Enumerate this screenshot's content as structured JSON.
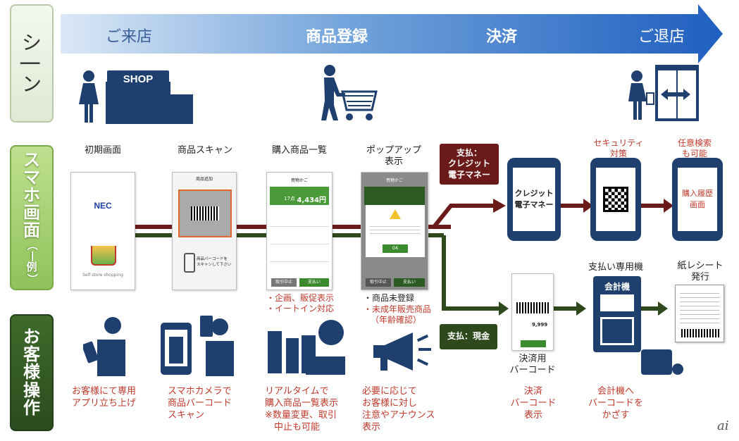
{
  "side": {
    "scene": [
      "シ",
      "|",
      "ン"
    ],
    "phone": [
      "ス",
      "マ",
      "ホ",
      "画",
      "面"
    ],
    "phone_sub": [
      "（",
      "一",
      "例",
      "）"
    ],
    "cust": [
      "お",
      "客",
      "様",
      "操",
      "作"
    ]
  },
  "scene": {
    "enter": "ご来店",
    "register": "商品登録",
    "pay": "決済",
    "exit": "ご退店",
    "shop_sign": "SHOP"
  },
  "screens": {
    "s1": {
      "label": "初期画面",
      "logo": "NEC",
      "tag": "Self store shopping"
    },
    "s2": {
      "label": "商品スキャン",
      "header": "商品追加",
      "hint1": "商品バーコードを",
      "hint2": "スキャンして下さい"
    },
    "s3": {
      "label": "購入商品一覧",
      "header": "買物かご",
      "count": "17点",
      "total": "4,434円",
      "btn1": "取引中止",
      "btn2": "支払い"
    },
    "s4": {
      "label1": "ポップアップ",
      "label2": "表示",
      "header": "買物かご",
      "ok": "OK",
      "btn1": "取引中止",
      "btn2": "支払い"
    }
  },
  "notes": {
    "s3": [
      "・企画、販促表示",
      "・イートイン対応"
    ],
    "s4a": "・商品未登録",
    "s4b": [
      "・未成年販売商品",
      "（年齢確認）"
    ]
  },
  "pay": {
    "credit_box": [
      "支払：",
      "クレジット",
      "電子マネー"
    ],
    "cash_box": "支払：現金",
    "credit_screen": [
      "クレジット",
      "電子マネー"
    ],
    "security": [
      "セキュリティ",
      "対策"
    ],
    "search": [
      "任意検索",
      "も可能"
    ],
    "history": [
      "購入履歴",
      "画面"
    ],
    "cash_screen_label": [
      "決済用",
      "バーコード"
    ],
    "machine_label": "支払い専用機",
    "machine_sign": "会計機",
    "receipt": [
      "紙レシート",
      "発行"
    ],
    "barcode_value": "9,999"
  },
  "customer": {
    "c1": [
      "お客様にて専用",
      "アプリ立ち上げ"
    ],
    "c2": [
      "スマホカメラで",
      "商品バーコード",
      "スキャン"
    ],
    "c3": [
      "リアルタイムで",
      "購入商品一覧表示",
      "※数量変更、取引",
      "　中止も可能"
    ],
    "c4": [
      "必要に応じて",
      "お客様に対し",
      "注意やアナウンス",
      "表示"
    ],
    "c5": [
      "決済",
      "バーコード",
      "表示"
    ],
    "c6": [
      "会計機へ",
      "バーコードを",
      "かざす"
    ]
  },
  "watermark": "ai",
  "colors": {
    "blue": "#1f3f6e",
    "maroon": "#6b1a1a",
    "green": "#2e4a1c",
    "red": "#c0392b"
  }
}
